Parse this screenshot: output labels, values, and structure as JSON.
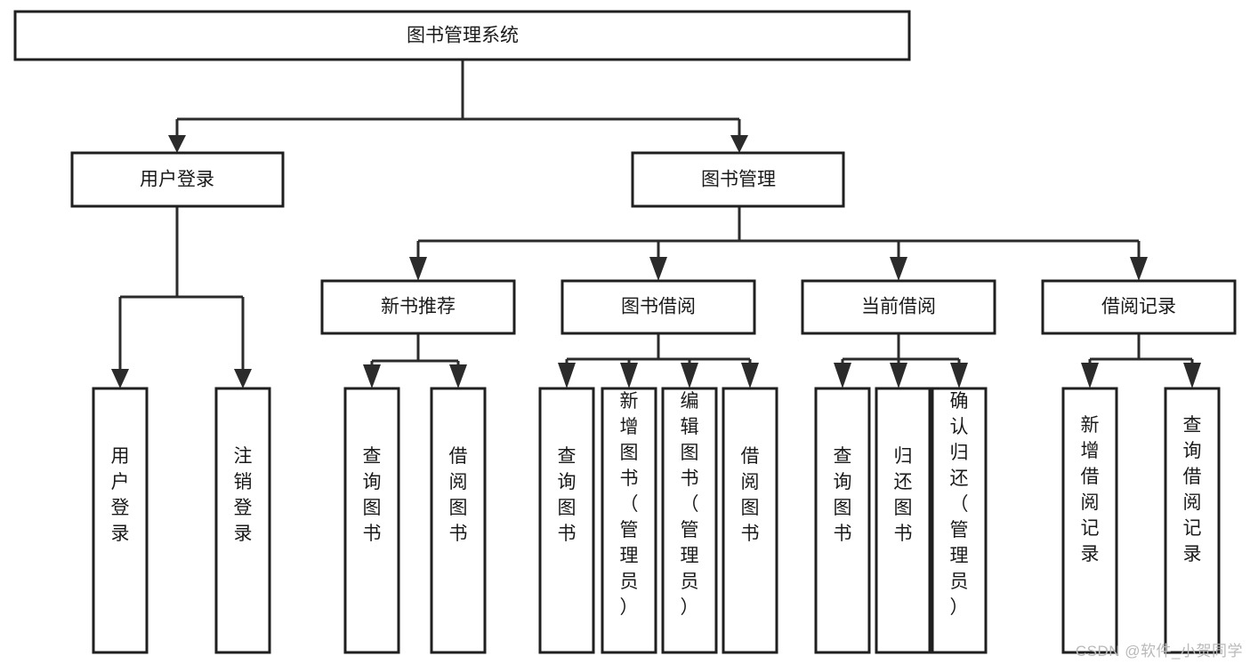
{
  "diagram": {
    "type": "tree-hierarchy",
    "title": "图书管理系统",
    "orientation": "top-down",
    "colors": {
      "box_stroke": "#1f1f1f",
      "box_fill": "#ffffff",
      "connector": "#2b2b2b",
      "text": "#1a1a1a",
      "watermark": "#b9b9b9",
      "background": "#ffffff"
    },
    "root": {
      "label": "图书管理系统"
    },
    "level2": [
      {
        "id": "user-login",
        "label": "用户登录"
      },
      {
        "id": "book-manage",
        "label": "图书管理"
      }
    ],
    "level3": [
      {
        "id": "new-book-recommend",
        "label": "新书推荐",
        "parent": "book-manage"
      },
      {
        "id": "book-borrow",
        "label": "图书借阅",
        "parent": "book-manage"
      },
      {
        "id": "current-borrow",
        "label": "当前借阅",
        "parent": "book-manage"
      },
      {
        "id": "borrow-record",
        "label": "借阅记录",
        "parent": "book-manage"
      }
    ],
    "leaves": {
      "user-login": [
        {
          "id": "leaf-user-login",
          "label": "用户登录"
        },
        {
          "id": "leaf-logout-login",
          "label": "注销登录"
        }
      ],
      "new-book-recommend": [
        {
          "id": "leaf-query-book-1",
          "label": "查询图书"
        },
        {
          "id": "leaf-borrow-book-1",
          "label": "借阅图书"
        }
      ],
      "book-borrow": [
        {
          "id": "leaf-query-book-2",
          "label": "查询图书"
        },
        {
          "id": "leaf-add-book",
          "label": "新增图书（管理员）"
        },
        {
          "id": "leaf-edit-book",
          "label": "编辑图书（管理员）"
        },
        {
          "id": "leaf-borrow-book-2",
          "label": "借阅图书"
        }
      ],
      "current-borrow": [
        {
          "id": "leaf-query-book-3",
          "label": "查询图书"
        },
        {
          "id": "leaf-return-book",
          "label": "归还图书"
        },
        {
          "id": "leaf-confirm-return",
          "label": "确认归还（管理员）"
        }
      ],
      "borrow-record": [
        {
          "id": "leaf-add-borrow-record",
          "label": "新增借阅记录"
        },
        {
          "id": "leaf-query-borrow-record",
          "label": "查询借阅记录"
        }
      ]
    }
  },
  "watermark": {
    "text": "CSDN @软件_小贺同学"
  }
}
